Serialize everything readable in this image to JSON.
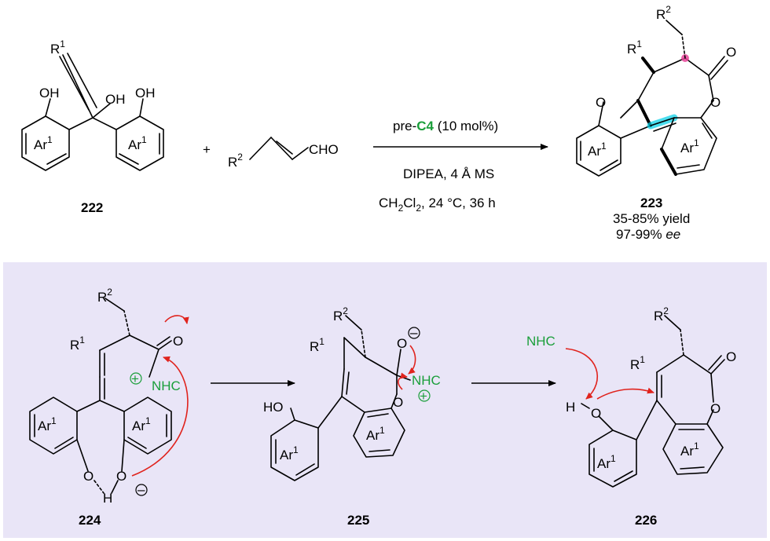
{
  "top": {
    "reactant_222": {
      "label": "222",
      "substituent_r": "R",
      "substituent_r_sup": "1",
      "oh": "OH",
      "aryl": "Ar",
      "aryl_sup": "1"
    },
    "plus": "+",
    "reactant_enal": {
      "r": "R",
      "r_sup": "2",
      "cho": "CHO"
    },
    "conditions": {
      "catalyst_prefix": "pre-",
      "catalyst_name": "C4",
      "catalyst_loading": "(10 mol%)",
      "line2": "DIPEA, 4 Å MS",
      "solvent_main": "CH",
      "solvent_sub1": "2",
      "solvent_mid": "Cl",
      "solvent_sub2": "2",
      "solvent_rest": ", 24 °C, 36 h"
    },
    "product_223": {
      "label": "223",
      "yield": "35-85% yield",
      "ee_value": "97-99% ",
      "ee_unit": "ee",
      "o": "O"
    },
    "colors": {
      "stereocenter": "#e8459a",
      "axis": "#00d0e8",
      "reagent": "#1a9e3a"
    }
  },
  "bottom": {
    "panel_color": "#e9e5f7",
    "compound_224": {
      "label": "224",
      "nhc": "NHC",
      "plus": "+",
      "minus": "–",
      "o": "O",
      "h": "H"
    },
    "compound_225": {
      "label": "225",
      "nhc": "NHC",
      "ho": "HO"
    },
    "compound_226": {
      "label": "226",
      "nhc": "NHC",
      "h": "H"
    },
    "arrow_color": "#e0231d"
  }
}
